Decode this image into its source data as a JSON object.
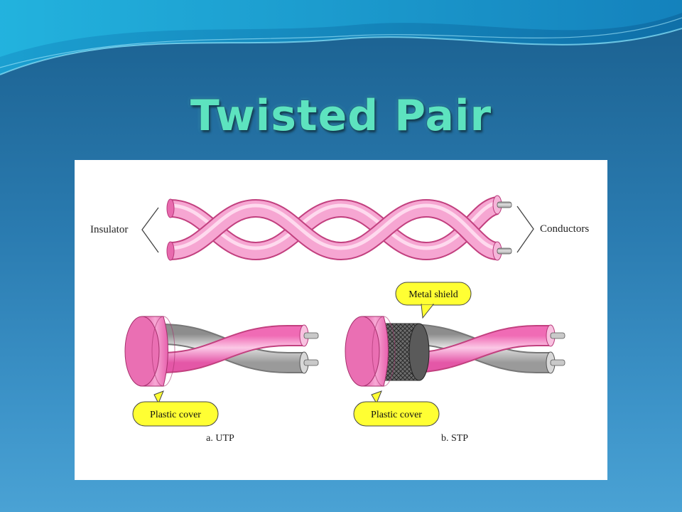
{
  "slide": {
    "title": "Twisted Pair"
  },
  "diagram": {
    "labels": {
      "insulator": "Insulator",
      "conductors": "Conductors",
      "metal_shield": "Metal shield",
      "plastic_cover_utp": "Plastic cover",
      "plastic_cover_stp": "Plastic cover"
    },
    "captions": {
      "utp": "a. UTP",
      "stp": "b. STP"
    }
  },
  "colors": {
    "background_top": "#1a5f8e",
    "background_bottom": "#4aa2d4",
    "title": "#5de3bf",
    "wire_pink": "#f28bc6",
    "wire_gray": "#b9b9b9",
    "callout_yellow": "#ffff33"
  }
}
